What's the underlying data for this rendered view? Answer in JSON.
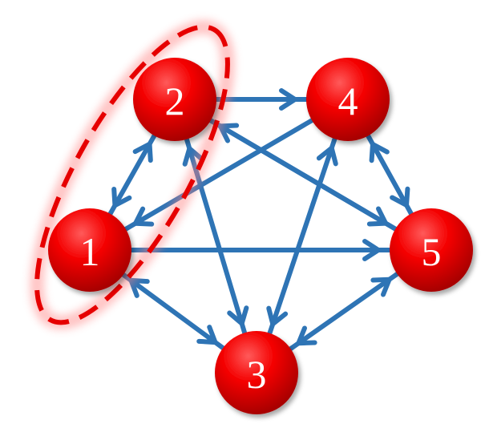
{
  "colors": {
    "edge": "#2e74b5",
    "node_fill": "#ff1a1a",
    "node_dark": "#a80000",
    "highlight": "#e60000"
  },
  "nodes": [
    {
      "id": "1",
      "label": "1"
    },
    {
      "id": "2",
      "label": "2"
    },
    {
      "id": "3",
      "label": "3"
    },
    {
      "id": "4",
      "label": "4"
    },
    {
      "id": "5",
      "label": "5"
    }
  ],
  "edges": [
    {
      "from": "2",
      "to": "4",
      "bidirectional": false
    },
    {
      "from": "2",
      "to": "1",
      "bidirectional": true
    },
    {
      "from": "2",
      "to": "3",
      "bidirectional": true
    },
    {
      "from": "2",
      "to": "5",
      "bidirectional": false
    },
    {
      "from": "4",
      "to": "1",
      "bidirectional": false
    },
    {
      "from": "4",
      "to": "3",
      "bidirectional": true
    },
    {
      "from": "4",
      "to": "5",
      "bidirectional": true
    },
    {
      "from": "5",
      "to": "2",
      "bidirectional": false
    },
    {
      "from": "1",
      "to": "5",
      "bidirectional": false
    },
    {
      "from": "1",
      "to": "3",
      "bidirectional": true
    },
    {
      "from": "3",
      "to": "5",
      "bidirectional": true
    }
  ],
  "highlighted_group": [
    "1",
    "2"
  ]
}
